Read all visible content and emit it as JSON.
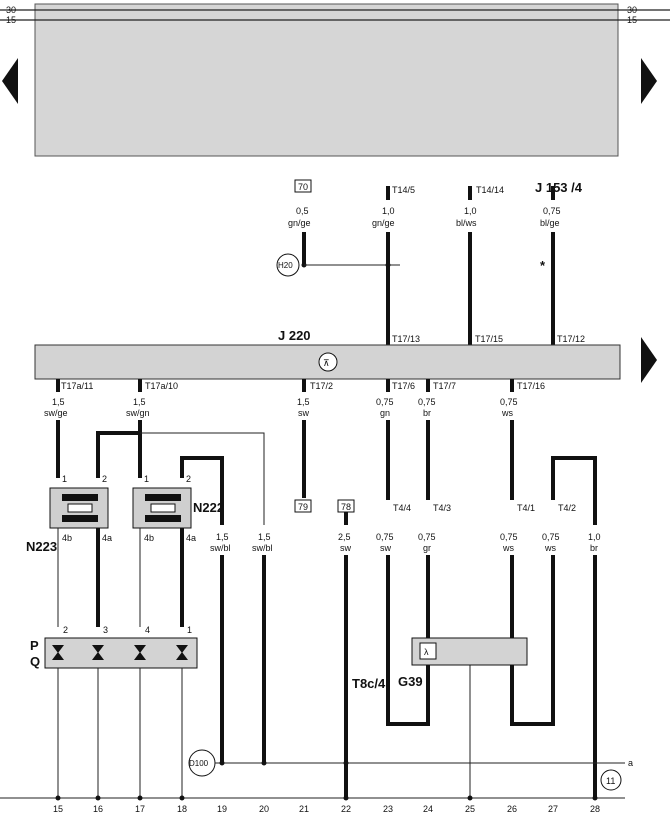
{
  "rails": {
    "left_top": "30",
    "left_bottom": "15",
    "right_top": "30",
    "right_bottom": "15"
  },
  "top_connectors": [
    {
      "id": "70",
      "size": "0,5",
      "color": "gn/ge"
    },
    {
      "id": "T14/5",
      "size": "1,0",
      "color": "gn/ge"
    },
    {
      "id": "T14/14",
      "size": "1,0",
      "color": "bl/ws"
    },
    {
      "id": "J 153 /4",
      "size": "0,75",
      "color": "bl/ge"
    }
  ],
  "h20": "H20",
  "asterisk": "*",
  "j220_label": "J 220",
  "j220_pins_top": [
    "T17/13",
    "T17/15",
    "T17/12"
  ],
  "j220_pins_bottom": [
    "T17a/11",
    "T17a/10",
    "T17/2",
    "T17/6",
    "T17/7",
    "T17/16"
  ],
  "mid_wires": [
    {
      "size": "1,5",
      "color": "sw/ge"
    },
    {
      "size": "1,5",
      "color": "sw/gn"
    },
    {
      "size": "1,5",
      "color": "sw"
    },
    {
      "size": "0,75",
      "color": "gn"
    },
    {
      "size": "0,75",
      "color": "br"
    },
    {
      "size": "0,75",
      "color": "ws"
    }
  ],
  "valve_n223": "N223",
  "valve_n222": "N222",
  "valve_pins_top": [
    "1",
    "2",
    "1",
    "2"
  ],
  "valve_pins_bottom": [
    "4b",
    "4a",
    "4b",
    "4a"
  ],
  "box_79": "79",
  "box_78": "78",
  "t4_labels": [
    "T4/4",
    "T4/3",
    "T4/1",
    "T4/2"
  ],
  "lower_wires": [
    {
      "size": "1,5",
      "color": "sw/bl"
    },
    {
      "size": "1,5",
      "color": "sw/bl"
    },
    {
      "size": "2,5",
      "color": "sw"
    },
    {
      "size": "0,75",
      "color": "sw"
    },
    {
      "size": "0,75",
      "color": "gr"
    },
    {
      "size": "0,75",
      "color": "ws"
    },
    {
      "size": "0,75",
      "color": "ws"
    },
    {
      "size": "1,0",
      "color": "br"
    }
  ],
  "pq_pins": [
    "2",
    "3",
    "4",
    "1"
  ],
  "pq_labels": [
    "P",
    "Q"
  ],
  "g39": "G39",
  "t8c": "T8c/4",
  "d100": "D100",
  "ref_11": "11",
  "ref_a": "a",
  "columns": [
    "15",
    "16",
    "17",
    "18",
    "19",
    "20",
    "21",
    "22",
    "23",
    "24",
    "25",
    "26",
    "27",
    "28"
  ]
}
